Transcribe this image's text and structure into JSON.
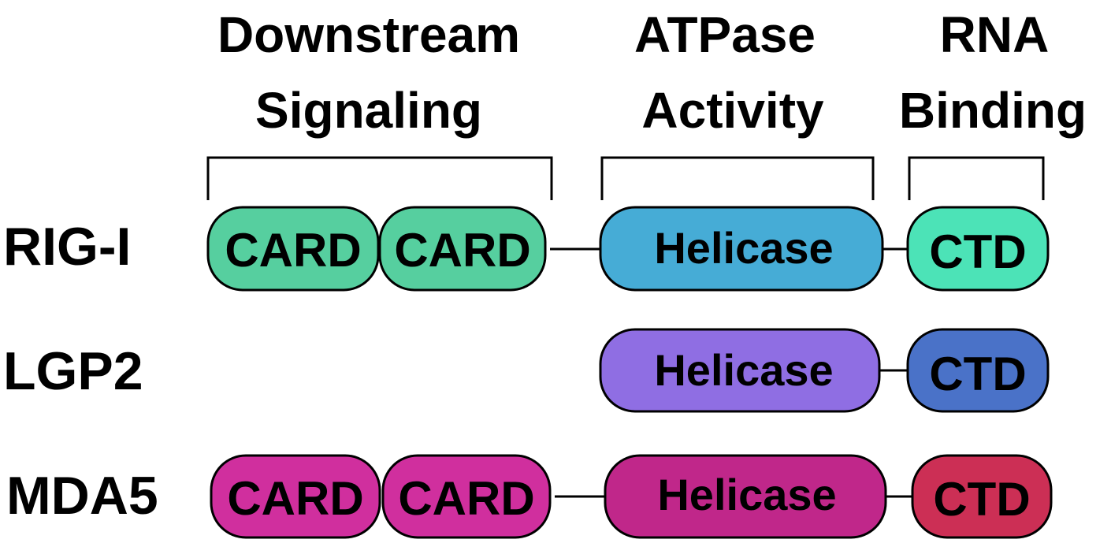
{
  "headers": {
    "downstream": {
      "line1": "Downstream",
      "line2": "Signaling"
    },
    "atpase": {
      "line1": "ATPase",
      "line2": "Activity"
    },
    "rna": {
      "line1": "RNA",
      "line2": "Binding"
    }
  },
  "rows": [
    {
      "label": "RIG-I",
      "card_color": "#56cf9f",
      "helicase_color": "#46acd6",
      "ctd_color": "#4ce3b7",
      "card1": "CARD",
      "card2": "CARD",
      "helicase": "Helicase",
      "ctd": "CTD"
    },
    {
      "label": "LGP2",
      "helicase_color": "#8f6ee3",
      "ctd_color": "#4a72c8",
      "helicase": "Helicase",
      "ctd": "CTD"
    },
    {
      "label": "MDA5",
      "card_color": "#d02f9e",
      "helicase_color": "#c0278a",
      "ctd_color": "#cc2f55",
      "card1": "CARD",
      "card2": "CARD",
      "helicase": "Helicase",
      "ctd": "CTD"
    }
  ]
}
